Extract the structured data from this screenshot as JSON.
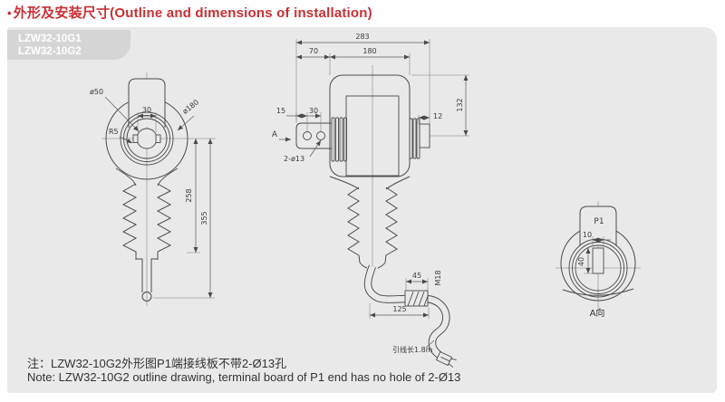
{
  "title": {
    "bullet": "•",
    "text": "外形及安装尺寸(Outline and dimensions of installation)"
  },
  "model_box": {
    "line1": "LZW32-10G1",
    "line2": "LZW32-10G2"
  },
  "front_view": {
    "dia_small": "ø50",
    "slot_width": "30",
    "radius": "R5",
    "dia_outer": "ø180",
    "h_insulator": "258",
    "h_total": "355"
  },
  "side_view": {
    "w_total": "283",
    "w_offset": "70",
    "w_head": "180",
    "w15": "15",
    "w30": "30",
    "view_label": "A",
    "holes": "2-ø13",
    "w12": "12",
    "h132": "132",
    "w45": "45",
    "thread": "M18",
    "w125": "125",
    "lead_note": "引线长1.8m"
  },
  "a_view": {
    "terminal": "P1",
    "w10": "10",
    "h40": "40",
    "label": "A向"
  },
  "notes": {
    "cn": "注：LZW32-10G2外形图P1端接线板不带2-Ø13孔",
    "en": "Note: LZW32-10G2 outline drawing, terminal board of P1 end has no hole of 2-Ø13"
  },
  "colors": {
    "accent": "#c92f33",
    "panel": "#e9e9e9",
    "model_box": "#d5d5d5",
    "line": "#4a4a4a"
  }
}
